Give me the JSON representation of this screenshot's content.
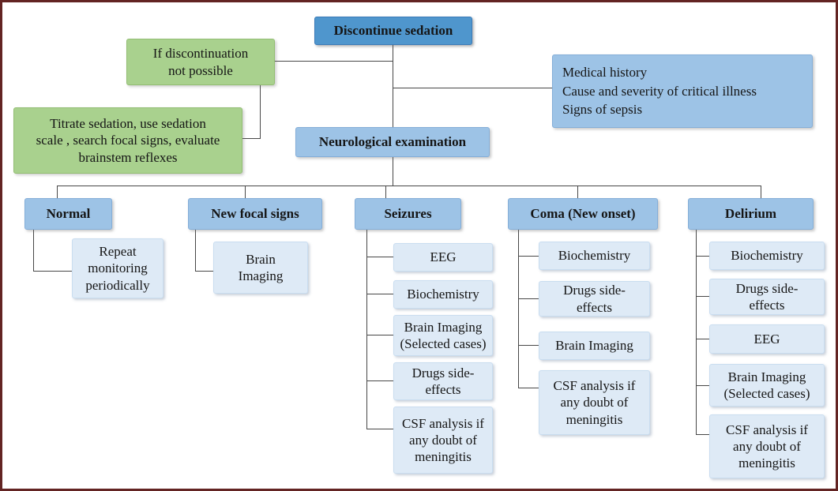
{
  "canvas": {
    "border_color": "#632423",
    "background": "#ffffff",
    "connector_color": "#474747"
  },
  "colors": {
    "primary_blue": "#4f96cd",
    "medium_blue": "#9dc3e6",
    "light_blue": "#deeaf6",
    "green": "#a9d18e"
  },
  "boxes": {
    "discontinue": "Discontinue sedation",
    "if_not_possible": {
      "lines": [
        "If discontinuation",
        "not possible"
      ]
    },
    "titrate": {
      "lines": [
        "Titrate sedation, use sedation",
        "scale , search focal signs, evaluate",
        "brainstem reflexes"
      ]
    },
    "history": {
      "lines": [
        "Medical history",
        "Cause and severity of critical illness",
        "Signs of sepsis"
      ]
    },
    "neuro_exam": "Neurological examination"
  },
  "columns": [
    {
      "header": "Normal",
      "items": [
        "Repeat monitoring periodically"
      ]
    },
    {
      "header": "New focal signs",
      "items": [
        "Brain Imaging"
      ]
    },
    {
      "header": "Seizures",
      "items": [
        "EEG",
        "Biochemistry",
        "Brain Imaging (Selected cases)",
        "Drugs side-effects",
        "CSF analysis if any doubt of meningitis"
      ]
    },
    {
      "header": "Coma (New onset)",
      "items": [
        "Biochemistry",
        "Drugs side-effects",
        "Brain Imaging",
        "CSF analysis if any doubt of meningitis"
      ]
    },
    {
      "header": "Delirium",
      "items": [
        "Biochemistry",
        "Drugs side-effects",
        "EEG",
        "Brain Imaging (Selected cases)",
        "CSF analysis if any doubt of meningitis"
      ]
    }
  ]
}
